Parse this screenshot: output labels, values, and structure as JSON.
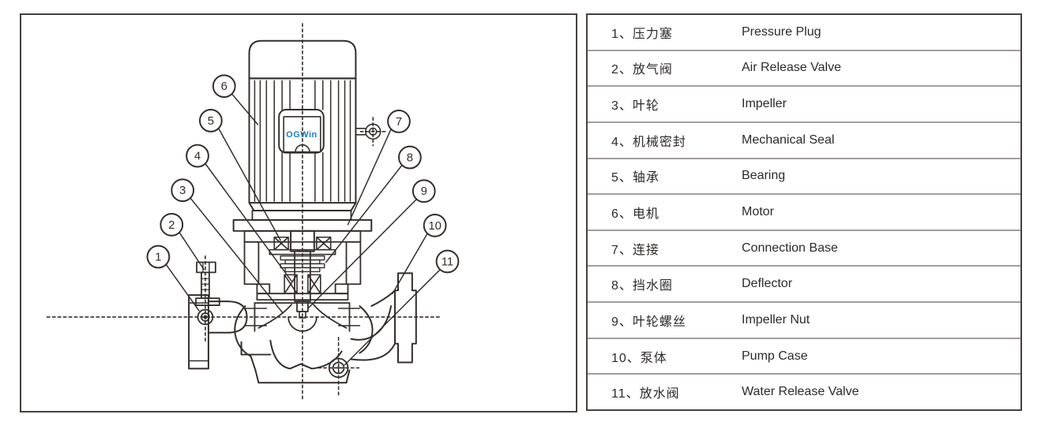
{
  "diagram": {
    "logo_text": "OGWin",
    "logo_color": "#1d7dc4",
    "line_color": "#332e2b",
    "callouts": [
      "1",
      "2",
      "3",
      "4",
      "5",
      "6",
      "7",
      "8",
      "9",
      "10",
      "11"
    ]
  },
  "parts_table": {
    "rows": [
      {
        "cn": "1、压力塞",
        "en": "Pressure Plug"
      },
      {
        "cn": "2、放气阀",
        "en": "Air Release Valve"
      },
      {
        "cn": "3、叶轮",
        "en": "Impeller"
      },
      {
        "cn": "4、机械密封",
        "en": "Mechanical Seal"
      },
      {
        "cn": "5、轴承",
        "en": "Bearing"
      },
      {
        "cn": "6、电机",
        "en": "Motor"
      },
      {
        "cn": "7、连接",
        "en": "Connection Base"
      },
      {
        "cn": "8、挡水圈",
        "en": "Deflector"
      },
      {
        "cn": "9、叶轮螺丝",
        "en": "Impeller Nut"
      },
      {
        "cn": "10、泵体",
        "en": "Pump Case"
      },
      {
        "cn": "11、放水阀",
        "en": "Water Release Valve"
      }
    ]
  }
}
